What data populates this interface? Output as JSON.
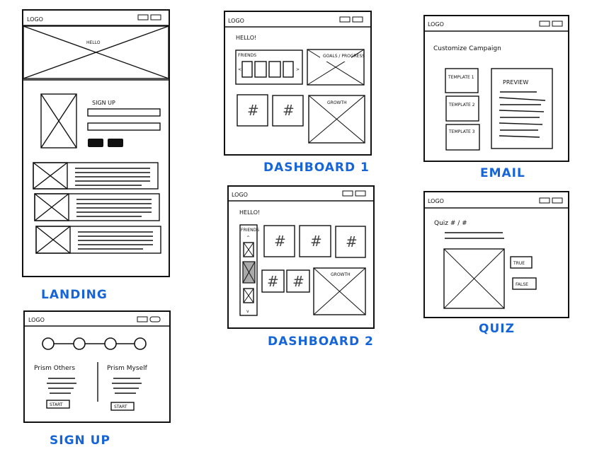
{
  "accent_color": "#1565d8",
  "landing": {
    "logo": "LOGO",
    "hero": "HELLO",
    "signup": "SIGN UP",
    "caption": "LANDING"
  },
  "signup_page": {
    "logo": "LOGO",
    "left_title": "Prism Others",
    "right_title": "Prism Myself",
    "start_left": "START",
    "start_right": "START",
    "caption": "SIGN UP"
  },
  "dashboard1": {
    "logo": "LOGO",
    "greeting": "HELLO!",
    "friends": "FRIENDS",
    "left_arrow": "<",
    "right_arrow": ">",
    "goals": "GOALS / PROGRESS",
    "hash": "#",
    "growth": "GROWTH",
    "caption": "DASHBOARD 1"
  },
  "dashboard2": {
    "logo": "LOGO",
    "greeting": "HELLO!",
    "friends": "FRIENDS",
    "up_arrow": "^",
    "down_arrow": "v",
    "hash": "#",
    "growth": "GROWTH",
    "caption": "DASHBOARD 2"
  },
  "email": {
    "logo": "LOGO",
    "title": "Customize Campaign",
    "template1": "TEMPLATE 1",
    "template2": "TEMPLATE 2",
    "template3": "TEMPLATE 3",
    "preview": "PREVIEW",
    "caption": "EMAIL"
  },
  "quiz": {
    "logo": "LOGO",
    "title": "Quiz # / #",
    "true_label": "TRUE",
    "false_label": "FALSE",
    "caption": "QUIZ"
  }
}
